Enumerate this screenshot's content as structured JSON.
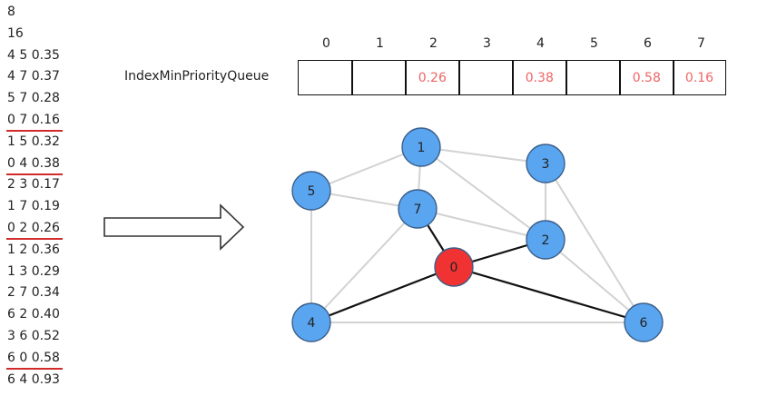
{
  "edges_input": [
    {
      "text": "8",
      "highlight": false
    },
    {
      "text": "16",
      "highlight": false
    },
    {
      "text": "4 5 0.35",
      "highlight": false
    },
    {
      "text": "4 7 0.37",
      "highlight": false
    },
    {
      "text": "5 7 0.28",
      "highlight": false
    },
    {
      "text": "0 7 0.16",
      "highlight": true
    },
    {
      "text": "1 5 0.32",
      "highlight": false
    },
    {
      "text": "0 4 0.38",
      "highlight": true
    },
    {
      "text": "2 3 0.17",
      "highlight": false
    },
    {
      "text": "1 7 0.19",
      "highlight": false
    },
    {
      "text": "0 2 0.26",
      "highlight": true
    },
    {
      "text": "1 2 0.36",
      "highlight": false
    },
    {
      "text": "1 3 0.29",
      "highlight": false
    },
    {
      "text": "2 7 0.34",
      "highlight": false
    },
    {
      "text": "6 2 0.40",
      "highlight": false
    },
    {
      "text": "3 6 0.52",
      "highlight": false
    },
    {
      "text": "6 0 0.58",
      "highlight": true
    },
    {
      "text": "6 4 0.93",
      "highlight": false
    }
  ],
  "priority_queue": {
    "label": "IndexMinPriorityQueue",
    "indices": [
      "0",
      "1",
      "2",
      "3",
      "4",
      "5",
      "6",
      "7"
    ],
    "values": [
      "",
      "",
      "0.26",
      "",
      "0.38",
      "",
      "0.58",
      "0.16"
    ]
  },
  "graph": {
    "nodes": [
      {
        "id": "0",
        "color": "#f03232"
      },
      {
        "id": "1",
        "color": "#5aa5f0"
      },
      {
        "id": "2",
        "color": "#5aa5f0"
      },
      {
        "id": "3",
        "color": "#5aa5f0"
      },
      {
        "id": "4",
        "color": "#5aa5f0"
      },
      {
        "id": "5",
        "color": "#5aa5f0"
      },
      {
        "id": "6",
        "color": "#5aa5f0"
      },
      {
        "id": "7",
        "color": "#5aa5f0"
      }
    ],
    "edges": [
      {
        "a": "4",
        "b": "5",
        "highlight": false
      },
      {
        "a": "4",
        "b": "7",
        "highlight": false
      },
      {
        "a": "5",
        "b": "7",
        "highlight": false
      },
      {
        "a": "1",
        "b": "5",
        "highlight": false
      },
      {
        "a": "2",
        "b": "3",
        "highlight": false
      },
      {
        "a": "1",
        "b": "7",
        "highlight": false
      },
      {
        "a": "1",
        "b": "2",
        "highlight": false
      },
      {
        "a": "1",
        "b": "3",
        "highlight": false
      },
      {
        "a": "2",
        "b": "7",
        "highlight": false
      },
      {
        "a": "6",
        "b": "2",
        "highlight": false
      },
      {
        "a": "3",
        "b": "6",
        "highlight": false
      },
      {
        "a": "6",
        "b": "4",
        "highlight": false
      },
      {
        "a": "0",
        "b": "7",
        "highlight": true
      },
      {
        "a": "0",
        "b": "4",
        "highlight": true
      },
      {
        "a": "0",
        "b": "2",
        "highlight": true
      },
      {
        "a": "6",
        "b": "0",
        "highlight": true
      }
    ]
  },
  "colors": {
    "highlight_edge": "#111111",
    "plain_edge": "#d2d2d2",
    "underline": "#d22b2b",
    "queue_value": "#f06464",
    "node_stroke": "#3a5f8a"
  }
}
